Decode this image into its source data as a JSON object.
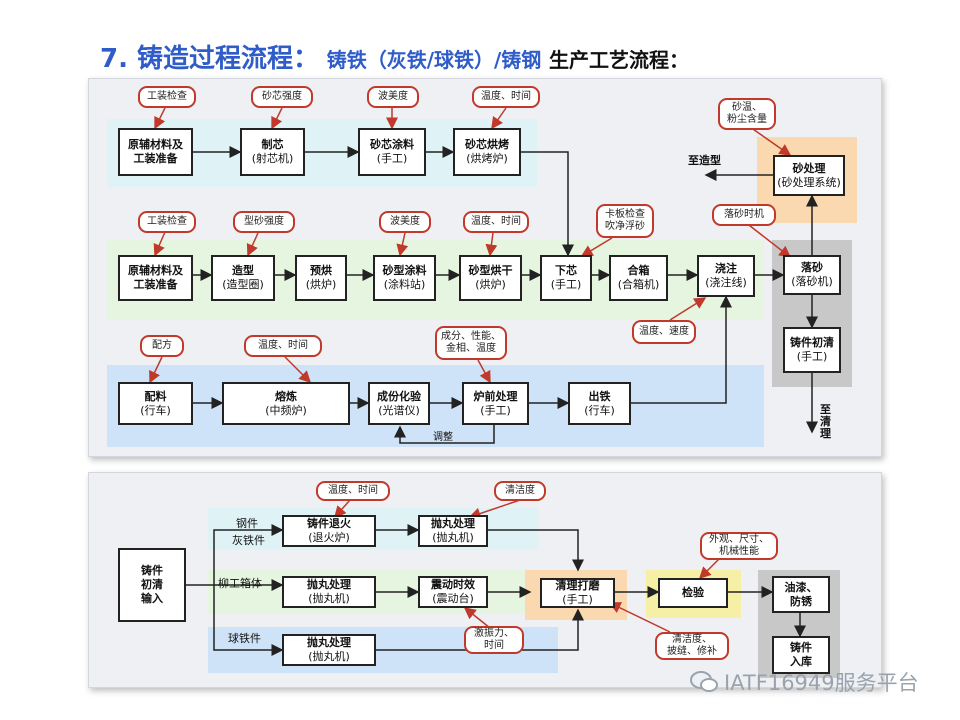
{
  "title": {
    "heading": "7. 铸造过程流程：",
    "subject": "铸铁（灰铁/球铁）/铸钢",
    "suffix": "生产工艺流程："
  },
  "top": {
    "core_row": {
      "materials": {
        "l1": "原辅材料及",
        "l2": "工装准备"
      },
      "core_make": {
        "l1": "制芯",
        "l2": "(射芯机)"
      },
      "core_coat": {
        "l1": "砂芯涂料",
        "l2": "(手工)"
      },
      "core_bake": {
        "l1": "砂芯烘烤",
        "l2": "(烘烤炉)"
      },
      "notes": [
        "工装检查",
        "砂芯强度",
        "波美度",
        "温度、时间"
      ]
    },
    "mold_row": {
      "materials": {
        "l1": "原辅材料及",
        "l2": "工装准备"
      },
      "molding": {
        "l1": "造型",
        "l2": "(造型圈)"
      },
      "preheat": {
        "l1": "预烘",
        "l2": "(烘炉)"
      },
      "mold_coat": {
        "l1": "砂型涂料",
        "l2": "(涂料站)"
      },
      "mold_dry": {
        "l1": "砂型烘干",
        "l2": "(烘炉)"
      },
      "core_set": {
        "l1": "下芯",
        "l2": "(手工)"
      },
      "close": {
        "l1": "合箱",
        "l2": "(合箱机)"
      },
      "pour": {
        "l1": "浇注",
        "l2": "(浇注线)"
      },
      "shakeout": {
        "l1": "落砂",
        "l2": "(落砂机)"
      },
      "notes": [
        "工装检查",
        "型砂强度",
        "波美度",
        "温度、时间",
        "卡板检查\n吹净浮砂",
        "温度、速度",
        "落砂时机"
      ]
    },
    "melt_row": {
      "batching": {
        "l1": "配料",
        "l2": "(行车)"
      },
      "melting": {
        "l1": "熔炼",
        "l2": "(中频炉)"
      },
      "analysis": {
        "l1": "成份化验",
        "l2": "(光谱仪)"
      },
      "pretreat": {
        "l1": "炉前处理",
        "l2": "(手工)"
      },
      "tapping": {
        "l1": "出铁",
        "l2": "(行车)"
      },
      "adjust_label": "调整",
      "notes": [
        "配方",
        "温度、时间",
        "成分、性能、\n金相、温度"
      ]
    },
    "sand": {
      "process": {
        "l1": "砂处理",
        "l2": "(砂处理系统)"
      },
      "to_molding": "至造型",
      "note": "砂温、\n粉尘含量"
    },
    "clean": {
      "initial": {
        "l1": "铸件初清",
        "l2": "(手工)"
      },
      "to_clean": "至\n清\n理"
    }
  },
  "bottom": {
    "input": "铸件\n初清\n输入",
    "branch_steel": "钢件",
    "branch_gray": "灰铁件",
    "branch_malleable": "柳工箱体",
    "branch_ductile": "球铁件",
    "anneal": {
      "l1": "铸件退火",
      "l2": "(退火炉)"
    },
    "blast1": {
      "l1": "抛丸处理",
      "l2": "(抛丸机)"
    },
    "blast2": {
      "l1": "抛丸处理",
      "l2": "(抛丸机)"
    },
    "vibration": {
      "l1": "震动时效",
      "l2": "(震动台)"
    },
    "blast3": {
      "l1": "抛丸处理",
      "l2": "(抛丸机)"
    },
    "finishing": {
      "l1": "清理打磨",
      "l2": "(手工)"
    },
    "inspection": "检验",
    "paint": "油漆、\n防锈",
    "storage": "铸件\n入库",
    "notes": [
      "温度、时间",
      "清洁度",
      "外观、尺寸、\n机械性能",
      "激振力、\n时间",
      "清洁度、\n披缝、修补"
    ]
  },
  "watermark": "IATF16949服务平台"
}
